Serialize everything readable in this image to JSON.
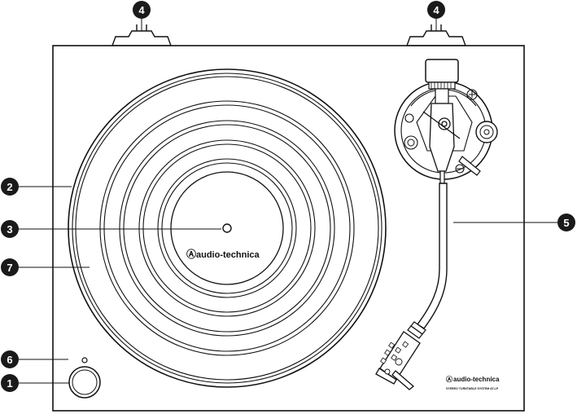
{
  "callouts": [
    "1",
    "2",
    "3",
    "4",
    "5",
    "6",
    "7"
  ],
  "branding": {
    "logo_mark": "Ⓐ",
    "label_text": "audio-technica",
    "plinth_label_text": "audio-technica",
    "plinth_sublabel": "STEREO TURNTABLE SYSTEM AT-LP"
  },
  "colors": {
    "stroke": "#111111",
    "callout_fill": "#1a1a1a",
    "background": "#ffffff"
  }
}
